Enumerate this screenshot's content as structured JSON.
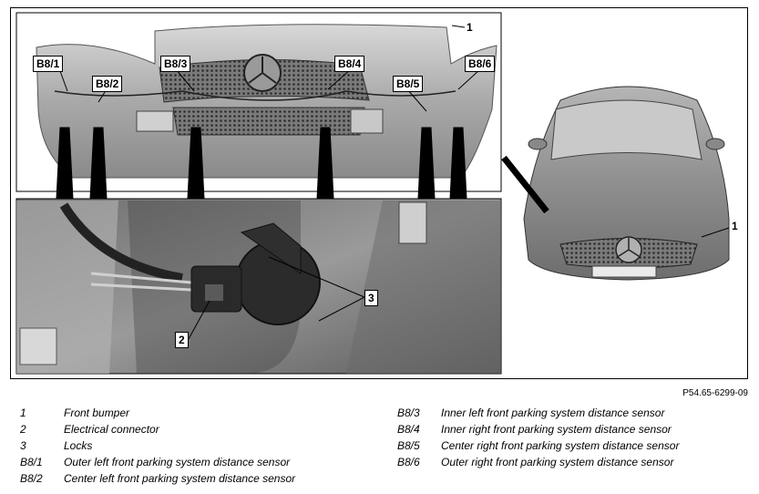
{
  "figure": {
    "id": "P54.65-6299-09",
    "callouts": {
      "b81": "B8/1",
      "b82": "B8/2",
      "b83": "B8/3",
      "b84": "B8/4",
      "b85": "B8/5",
      "b86": "B8/6",
      "n1_top": "1",
      "n1_car": "1",
      "n2": "2",
      "n3": "3"
    }
  },
  "legend": {
    "left": [
      {
        "key": "1",
        "text": "Front bumper"
      },
      {
        "key": "2",
        "text": "Electrical connector"
      },
      {
        "key": "3",
        "text": "Locks"
      },
      {
        "key": "B8/1",
        "text": "Outer left front parking system distance sensor"
      },
      {
        "key": "B8/2",
        "text": "Center left front parking system distance sensor"
      }
    ],
    "right": [
      {
        "key": "B8/3",
        "text": "Inner left front parking system distance sensor"
      },
      {
        "key": "B8/4",
        "text": "Inner right front parking system distance sensor"
      },
      {
        "key": "B8/5",
        "text": "Center right front parking system distance sensor"
      },
      {
        "key": "B8/6",
        "text": "Outer right front parking system distance sensor"
      }
    ]
  }
}
